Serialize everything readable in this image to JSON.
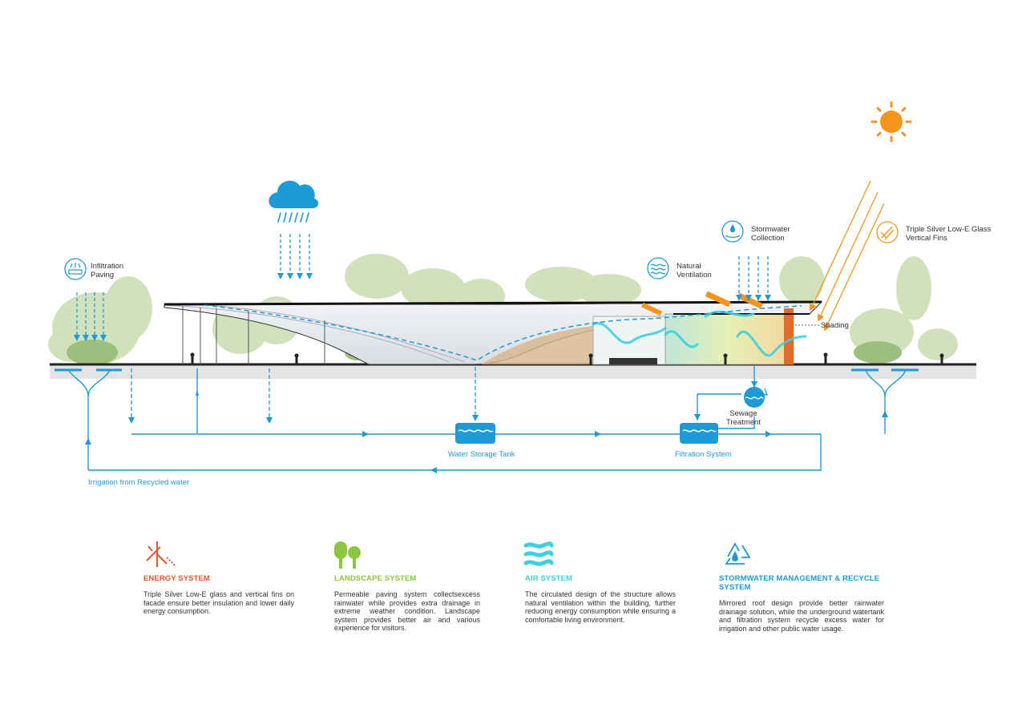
{
  "labels": {
    "infiltration": "Infiltration\nPaving",
    "stormwater_collection": "Stormwater\nCollection",
    "natural_ventilation": "Natural\nVentilation",
    "triple_silver": "Triple Silver Low-E Glass\nVertical Fins",
    "shading": "Shading",
    "sewage_treatment": "Sewage\nTreatment",
    "water_storage_tank": "Water Storage Tank",
    "filtration_system": "Filtration System",
    "irrigation": "Irrigation from Recycled water"
  },
  "systems": [
    {
      "icon": "fins-icon",
      "color": "#e8552b",
      "title": "ENERGY SYSTEM",
      "text": "Triple Silver Low-E glass and vertical fins on facade ensure better insulation and lower daily energy consumption."
    },
    {
      "icon": "trees-icon",
      "color": "#8cc63f",
      "title": "LANDSCAPE SYSTEM",
      "text": "Permeable paving system collectsexcess rainwater while provides extra drainage in extreme weather condition. Landscape system provides better air and various experience for visitors."
    },
    {
      "icon": "air-waves-icon",
      "color": "#3cd0e0",
      "title": "AIR SYSTEM",
      "text": "The circulated design of the structure allows natural ventilation within the building, further reducing energy consumption while ensuring a comfortable living environment."
    },
    {
      "icon": "recycle-water-icon",
      "color": "#1e9ad6",
      "title": "STORMWATER MANAGEMENT & RECYCLE SYSTEM",
      "text": "Mirrored roof design provide better rainwater drainage solution, while the underground watertank and filtration system recycle excess water for irrigation and other public water usage."
    }
  ],
  "colors": {
    "water": "#1e9ad6",
    "sun": "#f7941d",
    "energy": "#e8552b",
    "landscape": "#8cc63f",
    "air": "#3cd0e0",
    "foliage": "#c9dcb0"
  }
}
